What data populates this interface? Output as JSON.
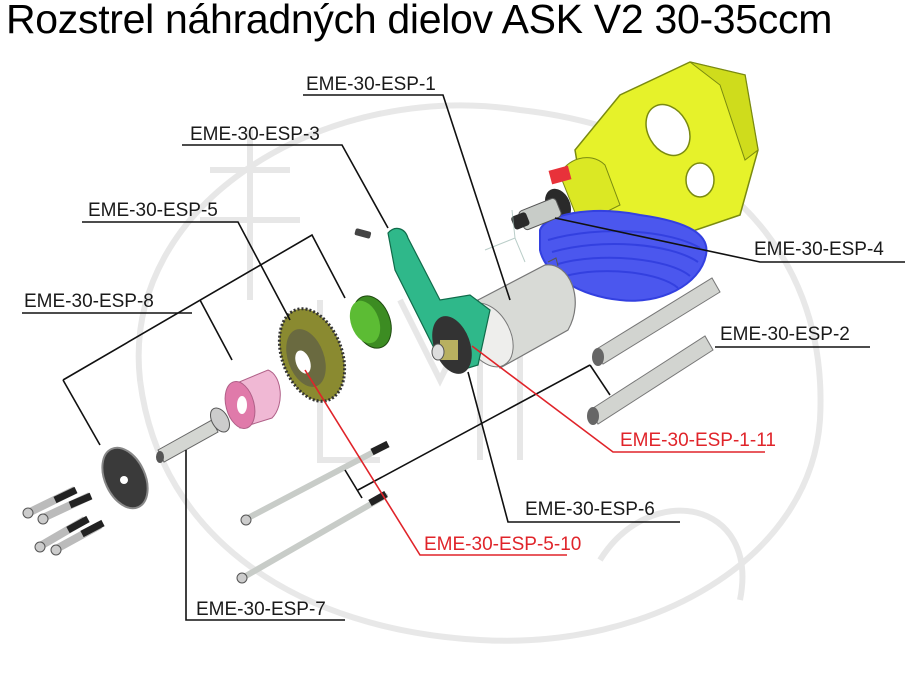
{
  "title": "Rozstrel náhradných dielov ASK V2 30-35ccm",
  "colors": {
    "leader_black": "#111111",
    "leader_red": "#e0242a",
    "housing_yellow": "#e6f22a",
    "cylinder_blue": "#3340e0",
    "bracket_green": "#2fb88a",
    "spacer_green": "#4ca82c",
    "bearing_pink": "#e59ac0",
    "gear_olive": "#8a8a30",
    "metal_grey": "#c8ccc8"
  },
  "labels": [
    {
      "id": "esp-1",
      "text": "EME-30-ESP-1",
      "color": "black"
    },
    {
      "id": "esp-3",
      "text": "EME-30-ESP-3",
      "color": "black"
    },
    {
      "id": "esp-5",
      "text": "EME-30-ESP-5",
      "color": "black"
    },
    {
      "id": "esp-8",
      "text": "EME-30-ESP-8",
      "color": "black"
    },
    {
      "id": "esp-4",
      "text": "EME-30-ESP-4",
      "color": "black"
    },
    {
      "id": "esp-2",
      "text": "EME-30-ESP-2",
      "color": "black"
    },
    {
      "id": "esp-1-11",
      "text": "EME-30-ESP-1-11",
      "color": "red"
    },
    {
      "id": "esp-6",
      "text": "EME-30-ESP-6",
      "color": "black"
    },
    {
      "id": "esp-5-10",
      "text": "EME-30-ESP-5-10",
      "color": "red"
    },
    {
      "id": "esp-7",
      "text": "EME-30-ESP-7",
      "color": "black"
    }
  ],
  "parts": [
    "engine-housing",
    "cylinder",
    "output-shaft",
    "starter-motor",
    "starter-bracket",
    "spacer-ring",
    "ring-gear",
    "one-way-bearing",
    "shaft",
    "end-plate",
    "long-bolts",
    "short-bolts",
    "standoff-tubes"
  ],
  "watermark_text": "EMO"
}
